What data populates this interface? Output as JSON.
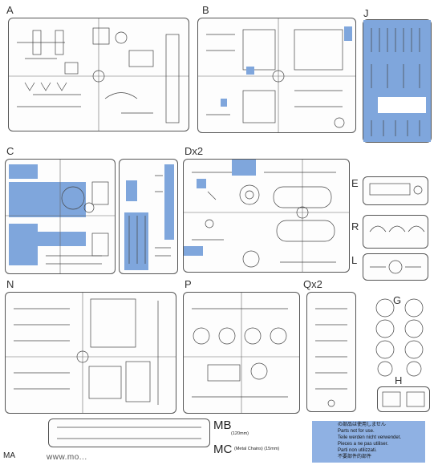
{
  "sprue_labels": {
    "a": "A",
    "b": "B",
    "j": "J",
    "c": "C",
    "dx2": "Dx2",
    "e": "E",
    "r": "R",
    "l": "L",
    "n": "N",
    "p": "P",
    "qx2": "Qx2",
    "g": "G",
    "h": "H"
  },
  "legend": {
    "mb": "MB",
    "mb_note": "(120mm)",
    "mc": "MC",
    "mc_note": "(Metal Chains) (15mm)",
    "unused_lines": [
      "の部品は使用しません",
      "Parts not for use.",
      "Teile werden nicht verwendet.",
      "Pieces a ne pas utiliser.",
      "Parti non utilizzati.",
      "不要部件的部件"
    ]
  },
  "watermark": {
    "left": "MA",
    "right": "www.mo..."
  },
  "colors": {
    "unused_fill": "#8fb1e3",
    "outline": "#555555"
  }
}
